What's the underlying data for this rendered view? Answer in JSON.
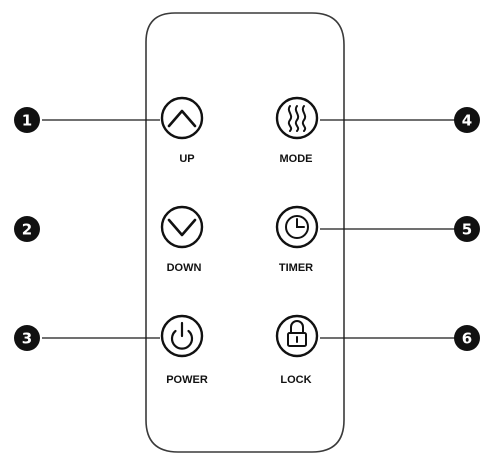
{
  "buttons": {
    "up": {
      "label": "UP",
      "icon": "chevron-up-icon"
    },
    "mode": {
      "label": "MODE",
      "icon": "heat-waves-icon"
    },
    "down": {
      "label": "DOWN",
      "icon": "chevron-down-icon"
    },
    "timer": {
      "label": "TIMER",
      "icon": "clock-icon"
    },
    "power": {
      "label": "POWER",
      "icon": "power-icon"
    },
    "lock": {
      "label": "LOCK",
      "icon": "padlock-icon"
    }
  },
  "callouts": {
    "c1": "1",
    "c2": "2",
    "c3": "3",
    "c4": "4",
    "c5": "5",
    "c6": "6"
  },
  "colors": {
    "line": "#1a1a1a",
    "panel_outline": "#3a3a3a",
    "callout_fill": "#111111",
    "callout_text": "#ffffff"
  }
}
